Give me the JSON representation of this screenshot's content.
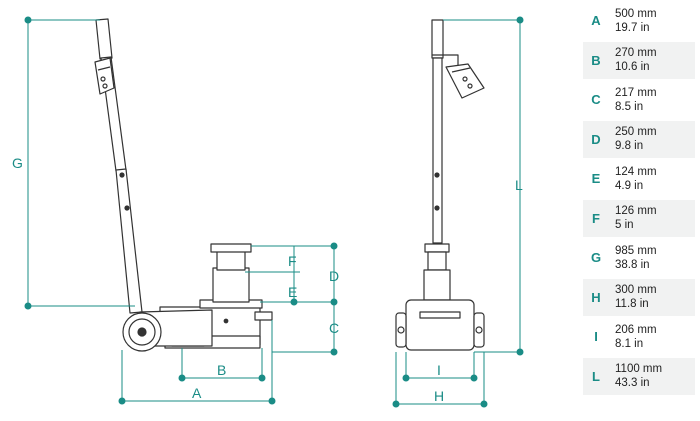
{
  "accent_color": "#1a8c86",
  "outline_color": "#333333",
  "labels": {
    "A": "A",
    "B": "B",
    "C": "C",
    "D": "D",
    "E": "E",
    "F": "F",
    "G": "G",
    "H": "H",
    "I": "I",
    "L": "L"
  },
  "dimensions": [
    {
      "letter": "A",
      "mm": "500 mm",
      "in": "19.7 in"
    },
    {
      "letter": "B",
      "mm": "270 mm",
      "in": "10.6 in"
    },
    {
      "letter": "C",
      "mm": "217 mm",
      "in": "8.5 in"
    },
    {
      "letter": "D",
      "mm": "250 mm",
      "in": "9.8 in"
    },
    {
      "letter": "E",
      "mm": "124 mm",
      "in": "4.9 in"
    },
    {
      "letter": "F",
      "mm": "126 mm",
      "in": "5 in"
    },
    {
      "letter": "G",
      "mm": "985 mm",
      "in": "38.8 in"
    },
    {
      "letter": "H",
      "mm": "300 mm",
      "in": "11.8 in"
    },
    {
      "letter": "I",
      "mm": "206 mm",
      "in": "8.1 in"
    },
    {
      "letter": "L",
      "mm": "1100 mm",
      "in": "43.3 in"
    }
  ]
}
